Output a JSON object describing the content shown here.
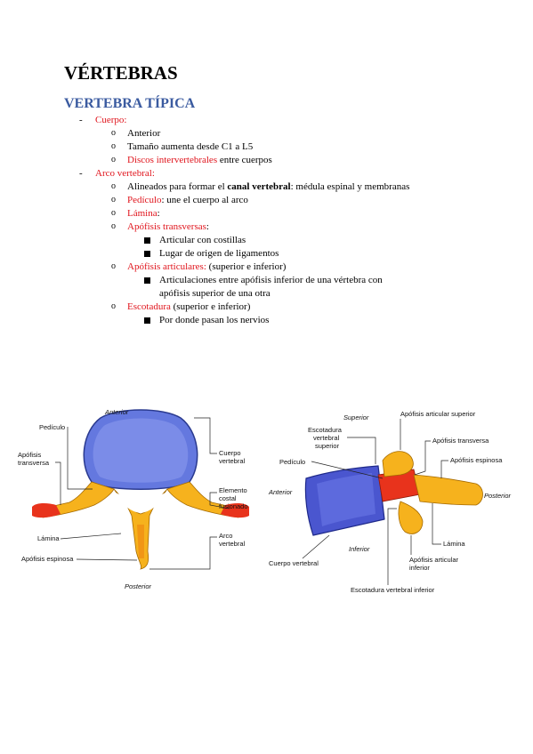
{
  "title": "VÉRTEBRAS",
  "subtitle": "VERTEBRA TÍPICA",
  "outline": {
    "cuerpo": "Cuerpo:",
    "cuerpo_items": [
      "Anterior",
      "Tamaño aumenta desde C1 a L5"
    ],
    "discos": "Discos intervertebrales",
    "discos_rest": " entre cuerpos",
    "arco": "Arco vertebral:",
    "alineados_a": "Alineados para formar el ",
    "alineados_b": "canal vertebral",
    "alineados_c": ": médula espinal y membranas",
    "pediculo": "Pedículo",
    "pediculo_rest": ": une el cuerpo al arco",
    "lamina": "Lámina",
    "lamina_rest": ":",
    "transversas": "Apófisis transversas",
    "transversas_rest": ":",
    "transversas_items": [
      "Articular con costillas",
      "Lugar de origen de ligamentos"
    ],
    "articulares": "Apófisis articulares:",
    "articulares_rest": " (superior e inferior)",
    "articulares_item": "Articulaciones entre apófisis inferior de una vértebra con apófisis superior de una otra",
    "escotadura": "Escotadura",
    "escotadura_rest": "  (superior e inferior)",
    "escotadura_item": "Por donde pasan  los nervios"
  },
  "figure_left": {
    "anterior": "Anterior",
    "posterior": "Posterior",
    "pediculo": "Pedículo",
    "apofisis_transversa_1": "Apófisis",
    "apofisis_transversa_2": "transversa",
    "lamina": "Lámina",
    "apofisis_espinosa": "Apófisis espinosa",
    "cuerpo_1": "Cuerpo",
    "cuerpo_2": "vertebral",
    "elemento_1": "Elemento",
    "elemento_2": "costal",
    "elemento_3": "fusionado",
    "arco_1": "Arco",
    "arco_2": "vertebral"
  },
  "figure_right": {
    "superior": "Superior",
    "inferior": "Inferior",
    "anterior": "Anterior",
    "posterior": "Posterior",
    "escotadura_sup_1": "Escotadura",
    "escotadura_sup_2": "vertebral",
    "escotadura_sup_3": "superior",
    "pediculo": "Pedículo",
    "articular_superior": "Apófisis articular superior",
    "transversa": "Apófisis transversa",
    "espinosa": "Apófisis espinosa",
    "lamina": "Lámina",
    "articular_inferior_1": "Apófisis articular",
    "articular_inferior_2": "inferior",
    "cuerpo": "Cuerpo vertebral",
    "escotadura_inf": "Escotadura vertebral inferior"
  },
  "colors": {
    "subtitle": "#3b5ba0",
    "red_term": "#e0141c",
    "body_blue": "#5a6fd8",
    "bone_yellow": "#f6b21d",
    "process_red": "#e8331c"
  }
}
